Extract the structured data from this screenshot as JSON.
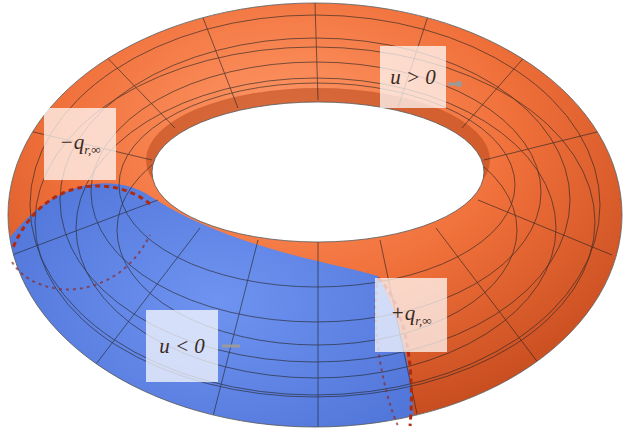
{
  "diagram": {
    "labels": [
      "u > 0",
      "−qr,∞",
      "+qr,∞",
      "u < 0"
    ]
  }
}
